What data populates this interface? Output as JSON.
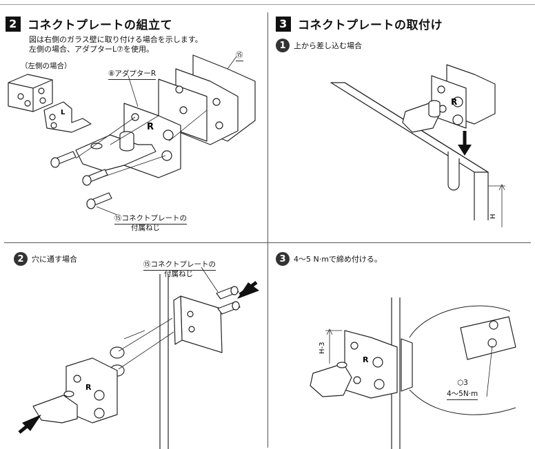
{
  "sec2": {
    "num": "2",
    "title": "コネクトプレートの組立て",
    "desc_line1": "図は右側のガラス壁に取り付ける場合を示します。",
    "desc_line2": "左側の場合、アダプターL⑦を使用。",
    "left_case": "（左側の場合）",
    "label_adapter": "⑧アダプターR",
    "label_15": "⑮",
    "label_screw_line1": "⑮コネクトプレートの",
    "label_screw_line2": "付属ねじ",
    "mark_R": "R",
    "mark_L": "L"
  },
  "sec3": {
    "num": "3",
    "title": "コネクトプレートの取付け",
    "step1_num": "1",
    "step1_text": "上から差し込む場合",
    "dim_H": "H",
    "mark_R": "R"
  },
  "step2": {
    "num": "2",
    "text": "穴に通す場合",
    "label_screw_line1": "⑮コネクトプレートの",
    "label_screw_line2": "付属ねじ",
    "mark_R": "R"
  },
  "step3": {
    "num": "3",
    "text": "4～5 N·mで締め付ける。",
    "dim_H3": "H-3",
    "hex_size": "3",
    "torque": "4～5N·m",
    "mark_R": "R"
  }
}
